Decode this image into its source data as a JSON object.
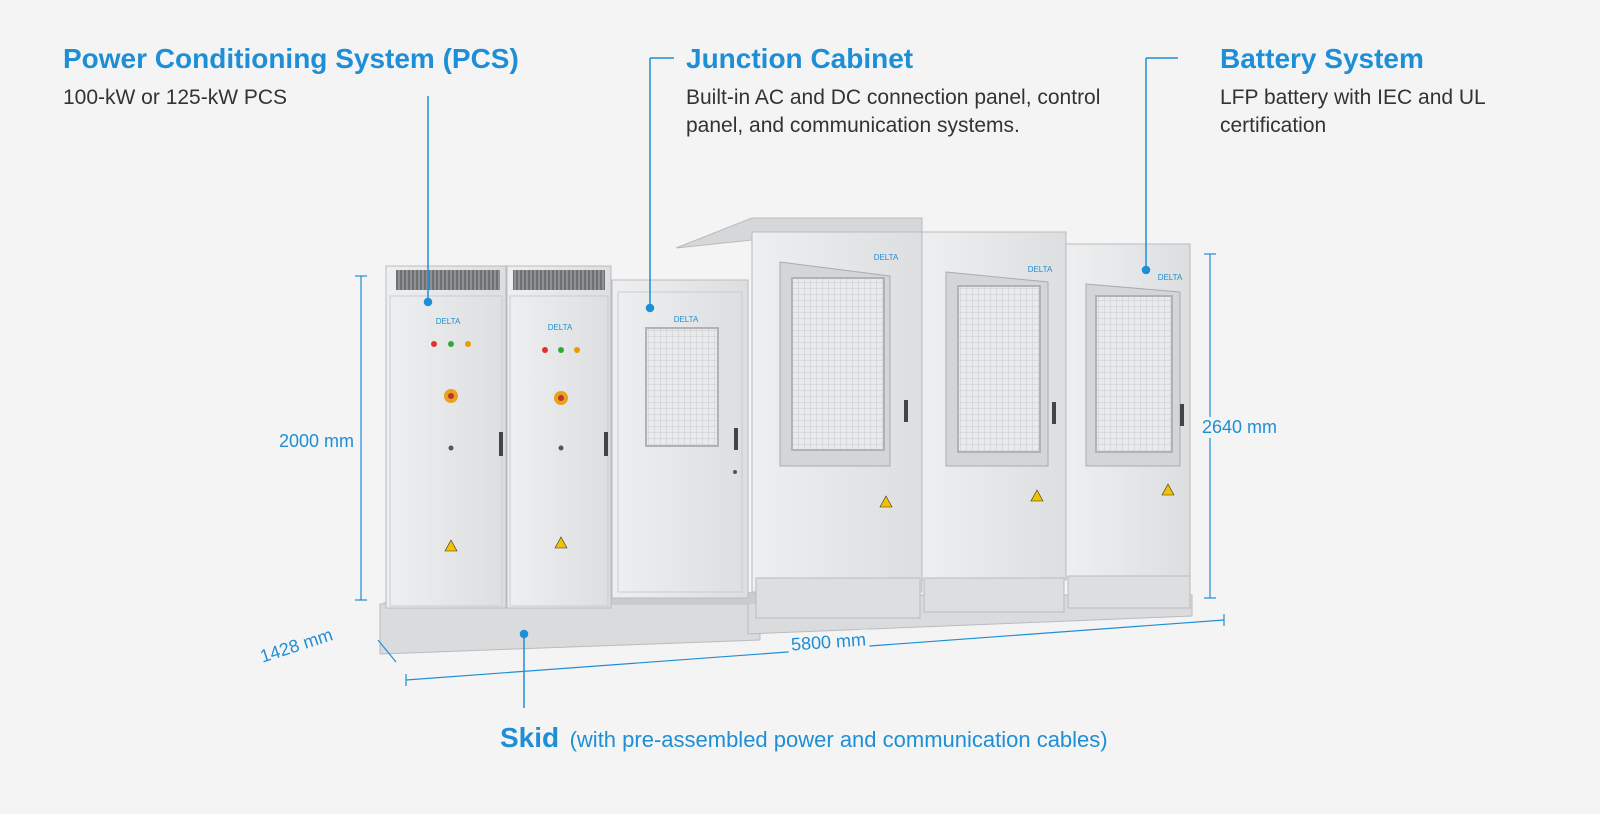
{
  "callouts": {
    "pcs": {
      "title": "Power Conditioning System (PCS)",
      "description": "100-kW or 125-kW PCS"
    },
    "junction": {
      "title": "Junction Cabinet",
      "description": "Built-in AC and DC connection panel, control panel, and communication systems."
    },
    "battery": {
      "title": "Battery System",
      "description": "LFP battery with IEC and UL certification"
    },
    "skid": {
      "title": "Skid",
      "description": "(with pre-assembled power and communication cables)"
    }
  },
  "dimensions": {
    "pcs_height": "2000 mm",
    "battery_height": "2640 mm",
    "depth": "1428 mm",
    "length": "5800 mm"
  },
  "brand": "DELTA",
  "colors": {
    "accent": "#1e8fd6",
    "cabinet": "#e6e7e8",
    "cabinet_edge": "#b9bbbe",
    "text": "#333333"
  }
}
